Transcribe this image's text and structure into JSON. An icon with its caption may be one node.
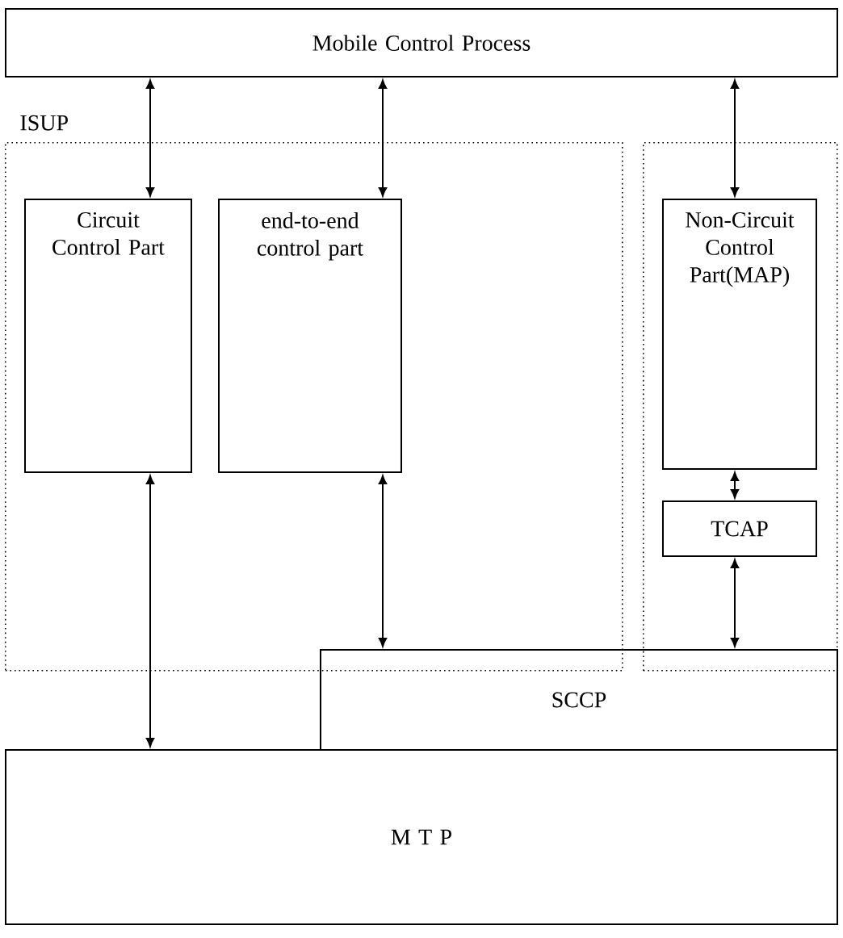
{
  "diagram": {
    "nodes": [
      {
        "text": [
          "Mobile Control Process"
        ]
      },
      {
        "text": [
          "ISUP"
        ]
      },
      {
        "text": [
          "Circuit Control Part"
        ],
        "in": 1
      },
      {
        "text": [
          "end-to-end control part"
        ],
        "in": 1
      },
      {
        "text": [],
        "shape": "box"
      },
      {
        "text": [
          "Non-Circuit Control Part(MAP)"
        ],
        "in": 4
      },
      {
        "text": [
          "TCAP"
        ],
        "in": 4
      },
      {
        "text": [
          "SCCP"
        ]
      },
      {
        "text": [
          "M T P"
        ]
      }
    ],
    "edges": [
      {
        "from": 0,
        "to": 2,
        "arrow": "both"
      },
      {
        "from": 0,
        "to": 3,
        "arrow": "both"
      },
      {
        "from": 0,
        "to": 5,
        "arrow": "both"
      },
      {
        "from": 2,
        "to": 8,
        "arrow": "both"
      },
      {
        "from": 3,
        "to": 7,
        "arrow": "both"
      },
      {
        "from": 5,
        "to": 6,
        "arrow": "both"
      },
      {
        "from": 6,
        "to": 7,
        "arrow": "both"
      }
    ]
  }
}
